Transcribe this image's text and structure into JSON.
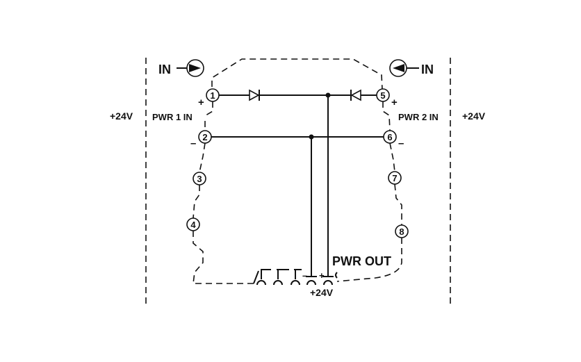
{
  "labels": {
    "left_supply": "+24V",
    "right_supply": "+24V",
    "in_left": "IN",
    "in_right": "IN",
    "pwr1": "PWR 1 IN",
    "pwr2": "PWR 2 IN",
    "pwr_out": "PWR OUT",
    "out_voltage": "+24V",
    "plus": "+",
    "minus": "–"
  },
  "terminals": [
    "1",
    "2",
    "3",
    "4",
    "5",
    "6",
    "7",
    "8"
  ]
}
